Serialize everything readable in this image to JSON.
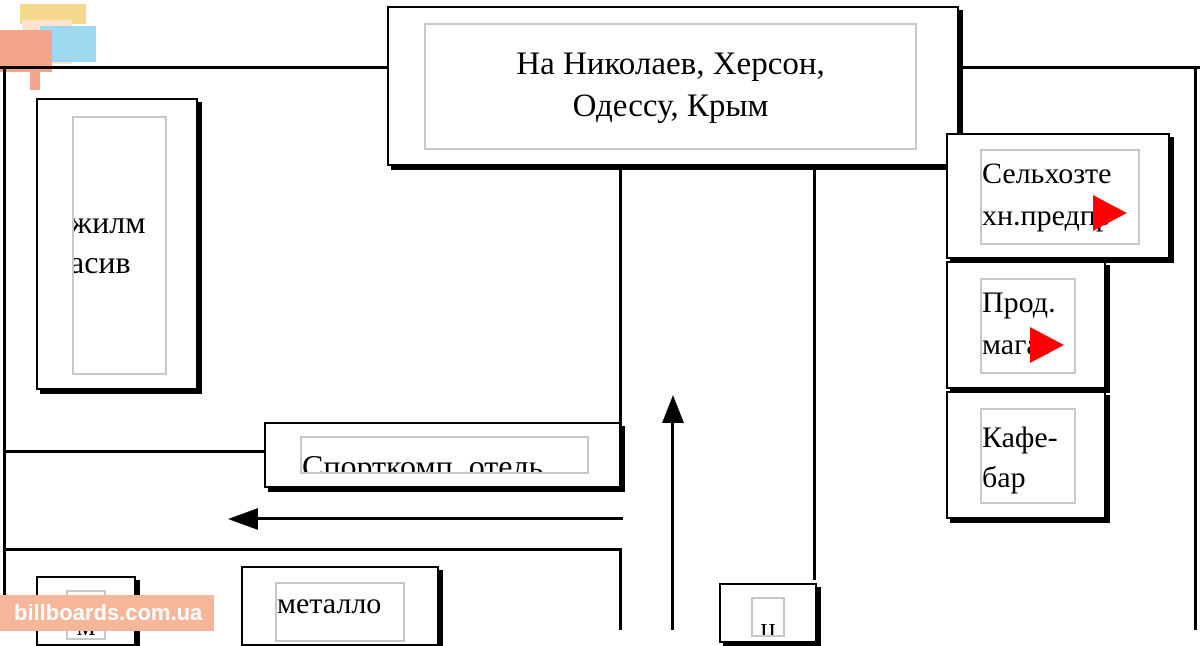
{
  "title_box": {
    "text": "На Николаев, Херсон,\nОдессу, Крым"
  },
  "left_box": {
    "text": "жилм\nасив"
  },
  "sport_box": {
    "text": "Спорткомп. отель"
  },
  "right_boxes": [
    {
      "text": "Сельхозте\nхн.предпр"
    },
    {
      "text": "Прод.\nмагаз"
    },
    {
      "text": "Кафе-\nбар"
    }
  ],
  "bottom_boxes": [
    {
      "text": "м"
    },
    {
      "text": "металло"
    },
    {
      "text": "ц"
    }
  ],
  "watermark": {
    "text": "billboards.com.ua"
  },
  "colors": {
    "line": "#000000",
    "inner_border": "#c8c8c8",
    "marker": "#ff0000",
    "watermark_bg": "#f6b69a"
  },
  "icons": {
    "logo": "billboard-logo-icon",
    "marker": "red-triangle-marker-icon",
    "arrow": "arrowhead-icon"
  }
}
